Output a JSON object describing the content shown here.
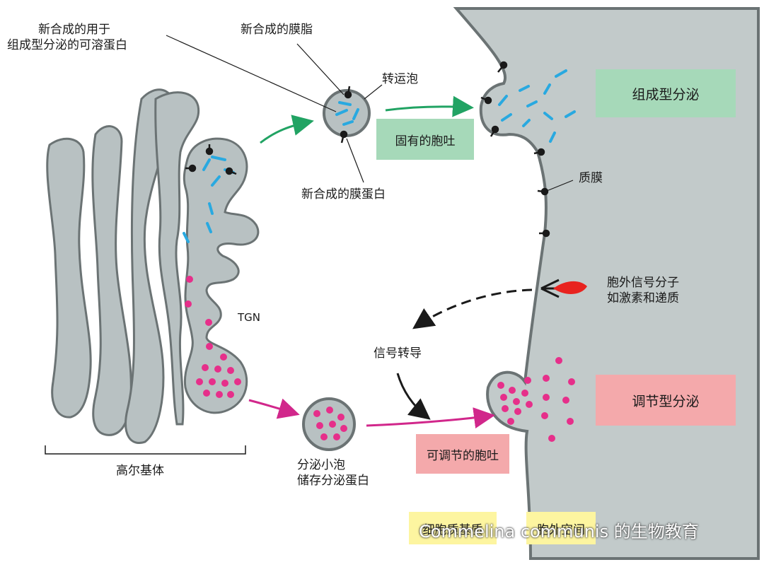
{
  "labels": {
    "soluble_protein_line1": "新合成的用于",
    "soluble_protein_line2": "组成型分泌的可溶蛋白",
    "membrane_lipid": "新合成的膜脂",
    "transport_vesicle": "转运泡",
    "membrane_protein": "新合成的膜蛋白",
    "plasma_membrane": "质膜",
    "signal_line1": "胞外信号分子",
    "signal_line2": "如激素和递质",
    "tgn": "TGN",
    "signal_transduction": "信号转导",
    "golgi": "高尔基体",
    "secretory_line1": "分泌小泡",
    "secretory_line2": "储存分泌蛋白"
  },
  "boxes": {
    "constitutive_secretion": "组成型分泌",
    "constitutive_exocytosis": "固有的胞吐",
    "regulated_secretion": "调节型分泌",
    "regulated_exocytosis": "可调节的胞吐",
    "cytoplasm": "细胞质基质",
    "extracellular": "胞外空间"
  },
  "watermark": "Commelina communis 的生物教育",
  "colors": {
    "golgi_fill": "#b8c1c2",
    "golgi_stroke": "#6b7374",
    "outside_fill": "#c2caca",
    "green_box": "#a6d9b9",
    "pink_box": "#f4a9ab",
    "yellow_box": "#fdf5a0",
    "lipid_blue": "#29a9e0",
    "protein_pink": "#e62f8a",
    "arrow_green": "#21a363",
    "arrow_magenta": "#d1278b",
    "signal_red": "#e8231f"
  }
}
